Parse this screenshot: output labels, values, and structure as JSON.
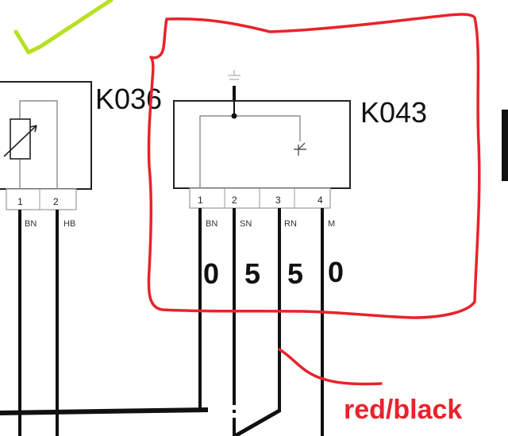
{
  "components": {
    "left": {
      "id": "K036",
      "pins": [
        "1",
        "2"
      ],
      "wires": [
        "BN",
        "HB"
      ]
    },
    "right": {
      "id": "K043",
      "pins": [
        "1",
        "2",
        "3",
        "4"
      ],
      "wires": [
        "BN",
        "SN",
        "RN",
        "M"
      ]
    }
  },
  "annotations": {
    "values": [
      "0",
      "5",
      "5",
      "0"
    ],
    "wire_note": "red/black",
    "annotation_color": "#e8232a",
    "checkmark_color": "#b8e020"
  }
}
